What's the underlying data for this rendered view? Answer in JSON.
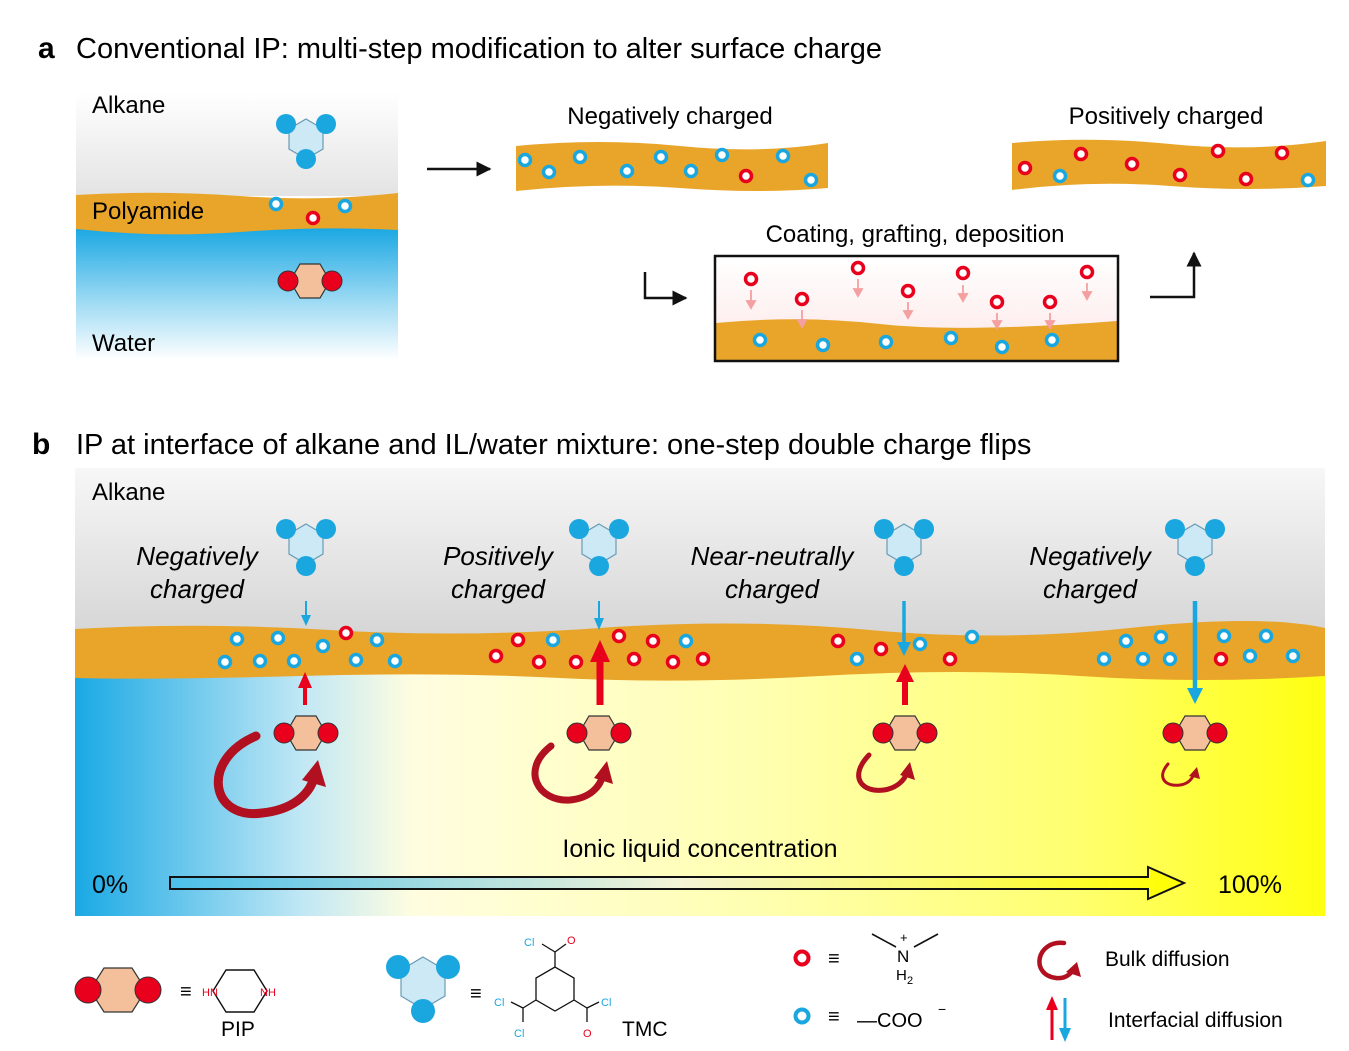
{
  "panel_a": {
    "letter": "a",
    "title": "Conventional IP: multi-step modification to alter surface charge",
    "alkane_label": "Alkane",
    "polyamide_label": "Polyamide",
    "water_label": "Water",
    "negative_label": "Negatively charged",
    "positive_label": "Positively charged",
    "process_label": "Coating, grafting, deposition"
  },
  "panel_b": {
    "letter": "b",
    "title": "IP at interface of alkane and IL/water mixture: one-step double charge flips",
    "alkane_label": "Alkane",
    "states": [
      {
        "line1": "Negatively",
        "line2": "charged"
      },
      {
        "line1": "Positively",
        "line2": "charged"
      },
      {
        "line1": "Near-neutrally",
        "line2": "charged"
      },
      {
        "line1": "Negatively",
        "line2": "charged"
      }
    ],
    "axis_label": "Ionic liquid concentration",
    "axis_min": "0%",
    "axis_max": "100%"
  },
  "legend": {
    "pip_label": "PIP",
    "pip_nh_left": "HN",
    "pip_nh_right": "NH",
    "tmc_label": "TMC",
    "tmc_cl": "Cl",
    "tmc_o": "O",
    "equiv": "≡",
    "amine_n": "N",
    "amine_h2": "H",
    "amine_sub": "2",
    "amine_plus": "+",
    "carboxyl": "—COO",
    "carboxyl_minus": "−",
    "bulk_diffusion": "Bulk diffusion",
    "interfacial_diffusion": "Interfacial diffusion"
  },
  "colors": {
    "positive_red": "#e8001c",
    "negative_blue": "#1aa7e0",
    "polyamide_orange": "#e8a52a",
    "tmc_fill": "#cde9f6",
    "pip_fill": "#f4c09c",
    "bulk_arrow": "#b01020",
    "ionic_yellow": "#ffff10",
    "water_blue": "#2ab1e6"
  }
}
